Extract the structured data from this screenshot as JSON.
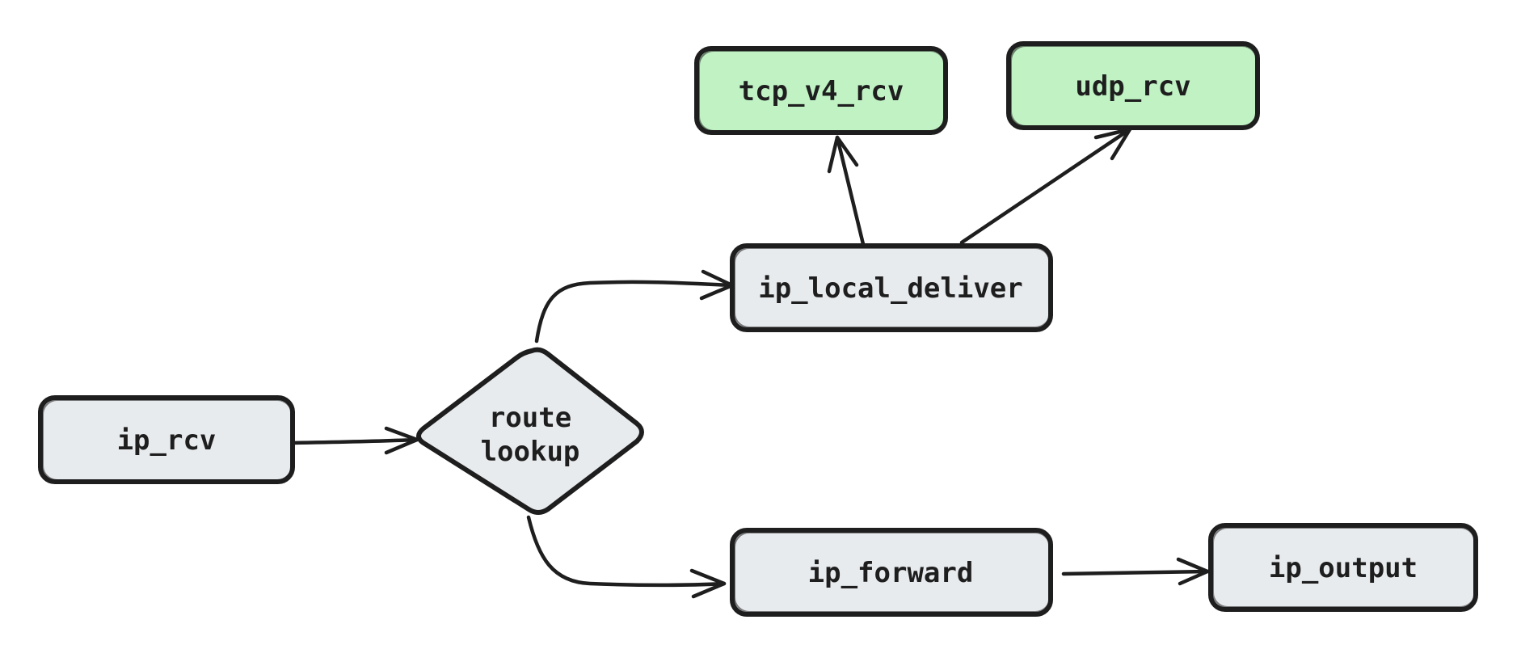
{
  "diagram": {
    "nodes": {
      "ip_rcv": {
        "label": "ip_rcv"
      },
      "route_lookup": {
        "label_line1": "route",
        "label_line2": "lookup"
      },
      "ip_local_deliver": {
        "label": "ip_local_deliver"
      },
      "tcp_v4_rcv": {
        "label": "tcp_v4_rcv"
      },
      "udp_rcv": {
        "label": "udp_rcv"
      },
      "ip_forward": {
        "label": "ip_forward"
      },
      "ip_output": {
        "label": "ip_output"
      }
    },
    "edges": [
      {
        "from": "ip_rcv",
        "to": "route_lookup"
      },
      {
        "from": "route_lookup",
        "to": "ip_local_deliver"
      },
      {
        "from": "route_lookup",
        "to": "ip_forward"
      },
      {
        "from": "ip_local_deliver",
        "to": "tcp_v4_rcv"
      },
      {
        "from": "ip_local_deliver",
        "to": "udp_rcv"
      },
      {
        "from": "ip_forward",
        "to": "ip_output"
      }
    ],
    "colors": {
      "default_fill": "#e8ebee",
      "highlight_fill": "#c0f2c4",
      "stroke": "#1e1e1e"
    }
  }
}
